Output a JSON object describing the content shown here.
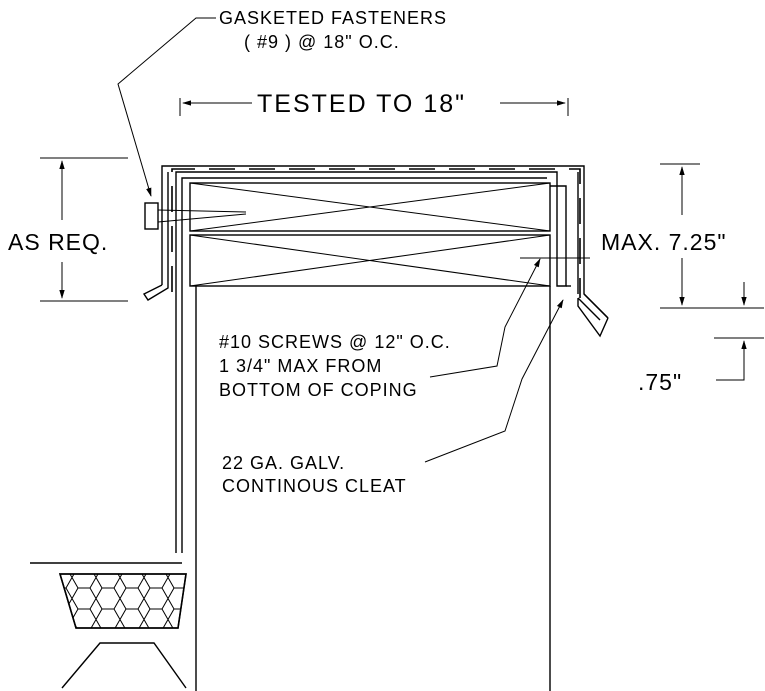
{
  "labels": {
    "gasketed_fasteners_line1": "GASKETED FASTENERS",
    "gasketed_fasteners_line2": "( #9 ) @ 18\" O.C.",
    "tested_to": "TESTED TO 18\"",
    "as_req": "AS REQ.",
    "max_height": "MAX. 7.25\"",
    "screws_line1": "#10 SCREWS @ 12\" O.C.",
    "screws_line2": "1 3/4\" MAX FROM",
    "screws_line3": "BOTTOM OF COPING",
    "cleat_line1": "22 GA. GALV.",
    "cleat_line2": "CONTINOUS CLEAT",
    "drip": ".75\""
  }
}
